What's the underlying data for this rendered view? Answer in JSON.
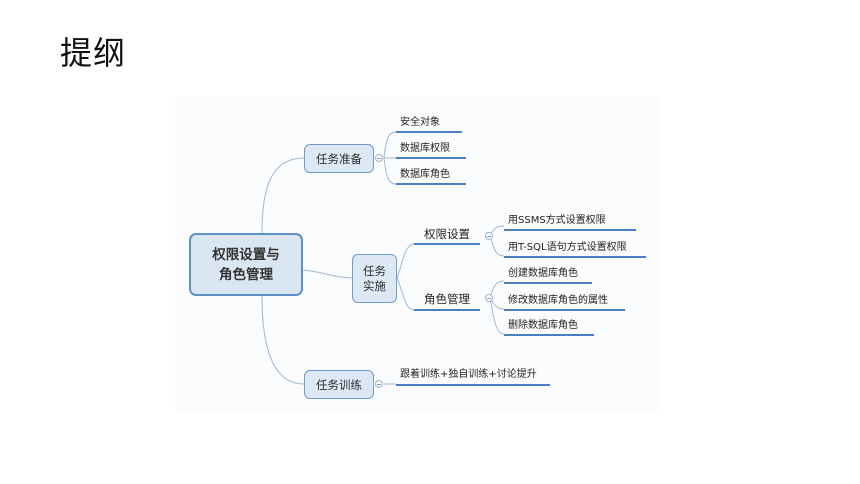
{
  "page": {
    "title": "提纲"
  },
  "mindmap": {
    "root": {
      "line1": "权限设置与",
      "line2": "角色管理"
    },
    "prep": {
      "label": "任务准备",
      "items": [
        "安全对象",
        "数据库权限",
        "数据库角色"
      ]
    },
    "impl": {
      "line1": "任务",
      "line2": "实施",
      "perm": {
        "label": "权限设置",
        "items": [
          "用SSMS方式设置权限",
          "用T-SQL语句方式设置权限"
        ]
      },
      "role": {
        "label": "角色管理",
        "items": [
          "创建数据库角色",
          "修改数据库角色的属性",
          "删除数据库角色"
        ]
      }
    },
    "train": {
      "label": "任务训练",
      "items": [
        "跟着训练+独自训练+讨论提升"
      ]
    }
  },
  "colors": {
    "line": "#4a7fc1",
    "node_fill": "#dde8f4",
    "node_border": "#6f9ccc"
  }
}
